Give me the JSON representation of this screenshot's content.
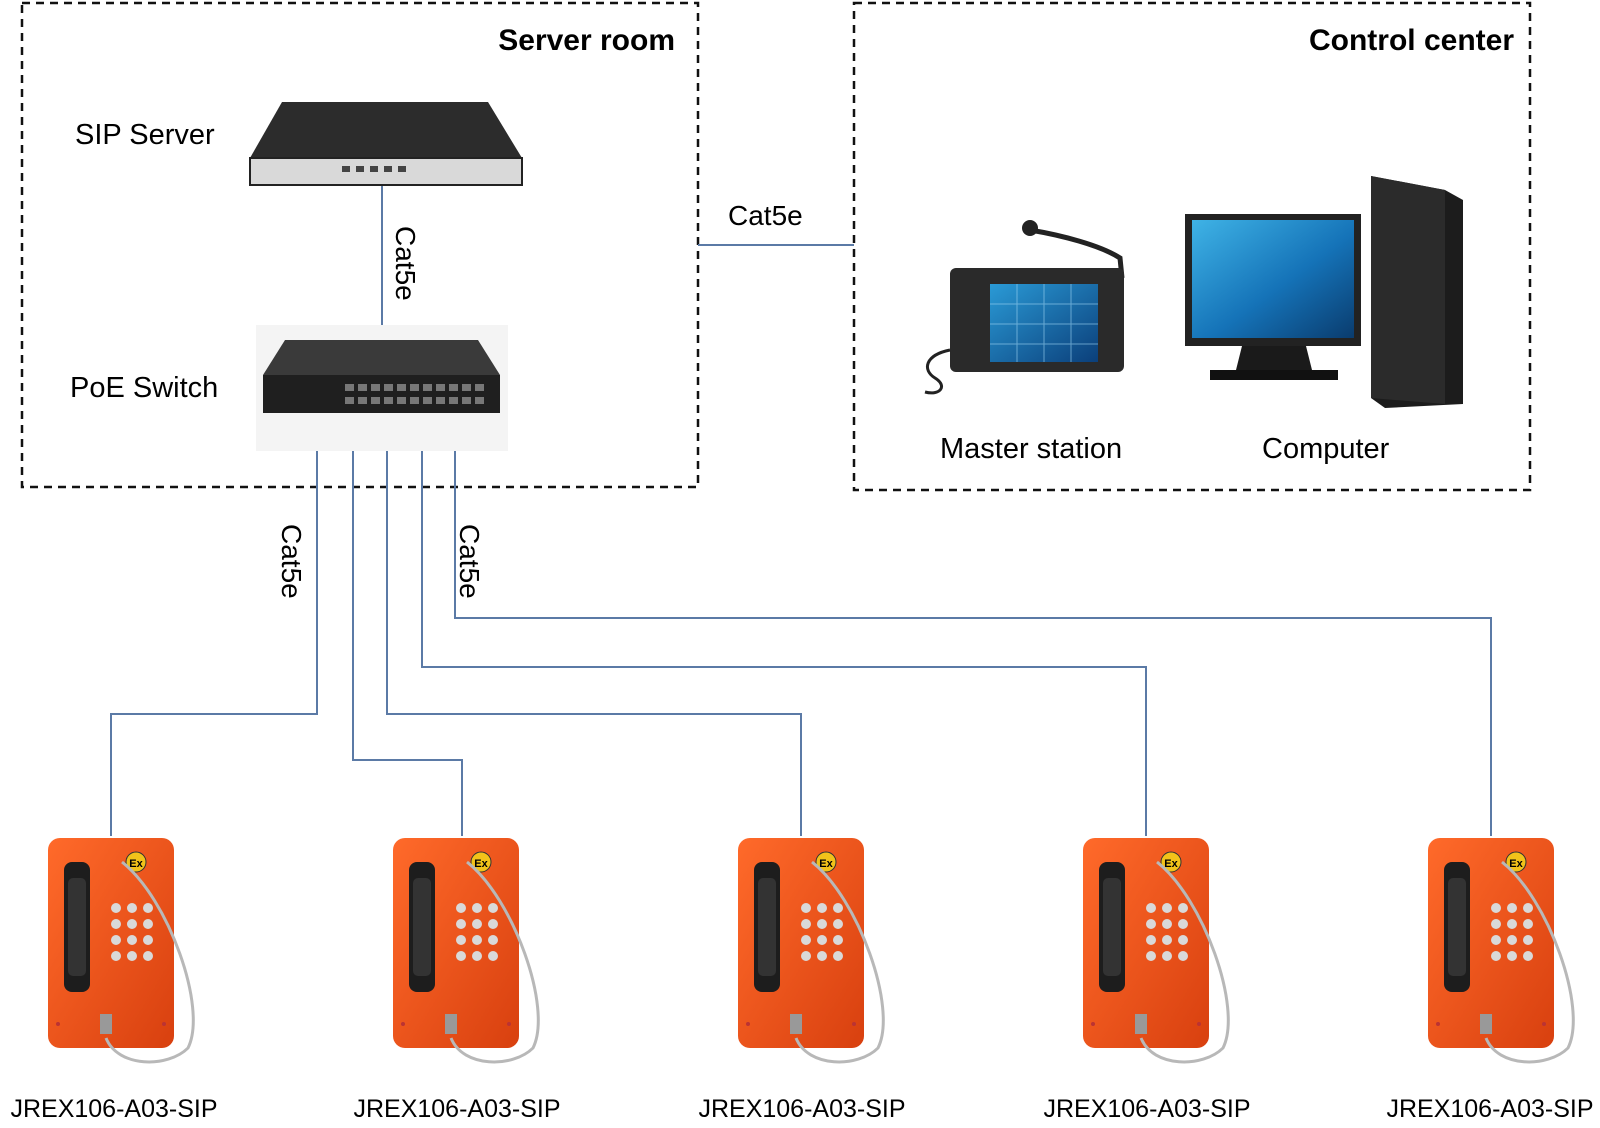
{
  "zones": {
    "server_room": {
      "title": "Server room"
    },
    "control_center": {
      "title": "Control center"
    }
  },
  "devices": {
    "sip_server": "SIP Server",
    "poe_switch": "PoE Switch",
    "master_station": "Master station",
    "computer": "Computer"
  },
  "cables": {
    "server_to_switch": "Cat5e",
    "server_to_control": "Cat5e",
    "switch_down_left": "Cat5e",
    "switch_down_right": "Cat5e"
  },
  "phones": [
    {
      "label": "JREX106-A03-SIP",
      "badge": "Ex"
    },
    {
      "label": "JREX106-A03-SIP",
      "badge": "Ex"
    },
    {
      "label": "JREX106-A03-SIP",
      "badge": "Ex"
    },
    {
      "label": "JREX106-A03-SIP",
      "badge": "Ex"
    },
    {
      "label": "JREX106-A03-SIP",
      "badge": "Ex"
    }
  ],
  "colors": {
    "cable": "#5b7aa6",
    "phone_body": "#e8501c",
    "badge": "#f2c21a"
  }
}
